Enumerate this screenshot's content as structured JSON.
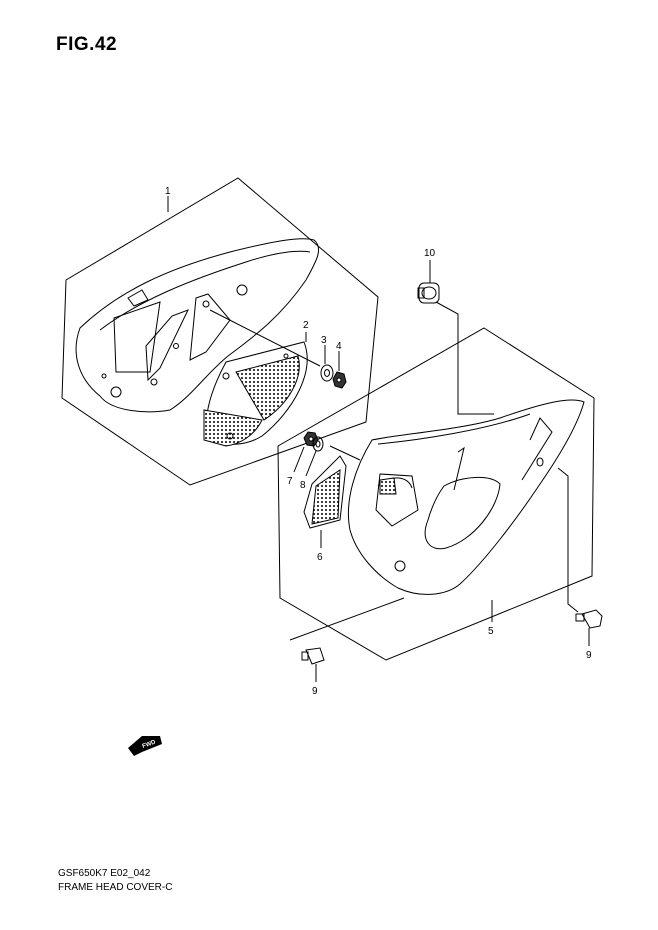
{
  "figure": {
    "title": "FIG.42"
  },
  "callouts": [
    "1",
    "2",
    "3",
    "4",
    "5",
    "6",
    "7",
    "8",
    "9",
    "9",
    "10"
  ],
  "fwd_label": "FWD",
  "footer": {
    "code": "GSF650K7 E02_042",
    "name": "FRAME HEAD COVER-C"
  }
}
